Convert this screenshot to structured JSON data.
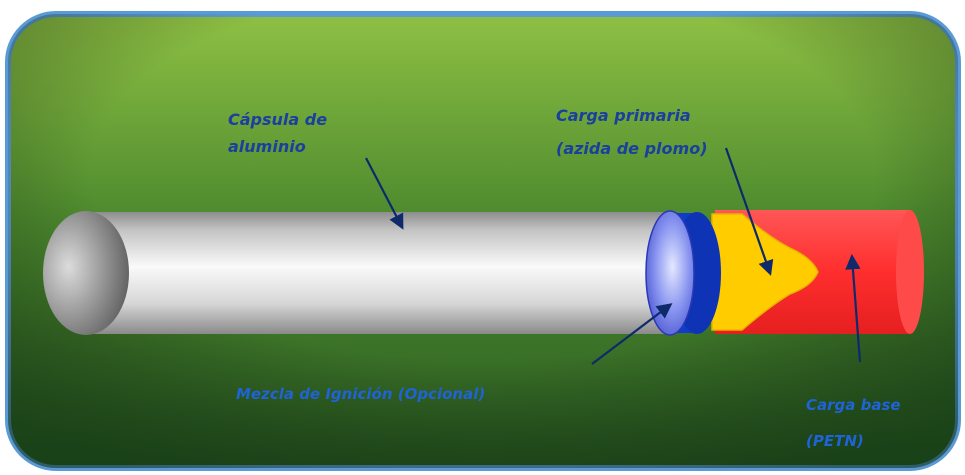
{
  "labels": {
    "aluminum_capsule": "Cápsula de\naluminio",
    "primary_charge": "Carga primaria\n(azida de plomo)",
    "ignition_mix": "Mezcla de Ignición (Opcional)",
    "base_charge": "Carga base\n(PETN)"
  },
  "colors": {
    "frame": "#5b9bd5",
    "label_dark": "#1b3f9e",
    "label_blue": "#1f63d6",
    "arrow": "#0e2a6b",
    "capsule_body": "#ededed",
    "ignition_disc": "#6a78e8",
    "ignition_band": "#0f3cc8",
    "primary_charge": "#ffcc00",
    "base_charge": "#ff3333"
  }
}
